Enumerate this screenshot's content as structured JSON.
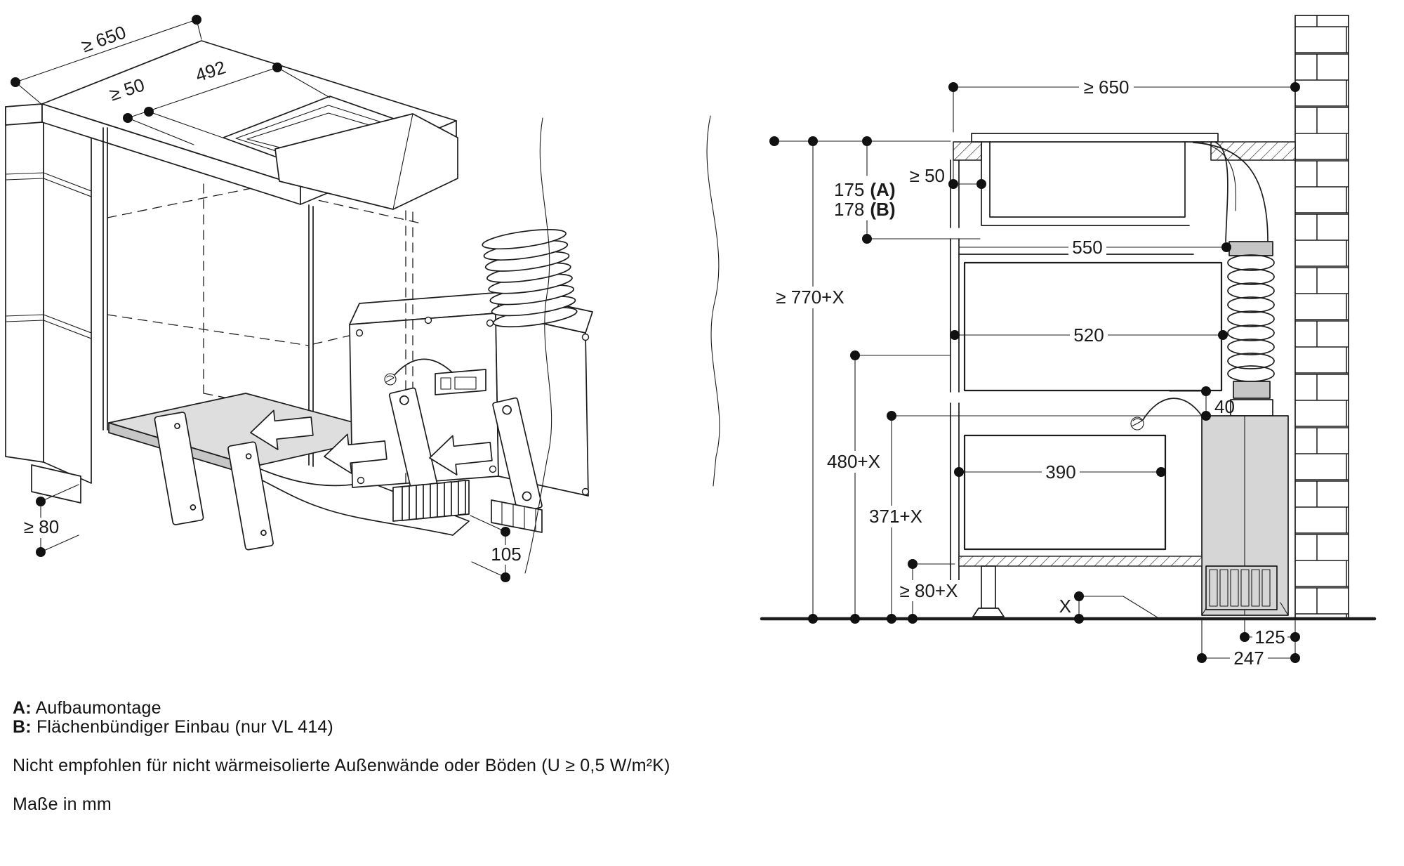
{
  "colors": {
    "ink": "#1c1c1c",
    "duct_gray": "#d6d6d6",
    "rib_gray": "#cfcfcf",
    "panel_gray": "#dedede"
  },
  "left_diagram": {
    "dims": {
      "worktop_depth": "≥ 650",
      "edge_clearance": "≥ 50",
      "cutout_width": "492",
      "plinth_height": "≥ 80",
      "outlet_height": "105"
    }
  },
  "right_diagram": {
    "dims": {
      "wall_clearance": "≥ 650",
      "appliance_depth_a_value": "175",
      "appliance_depth_a_variant": "(A)",
      "appliance_depth_b_value": "178",
      "appliance_depth_b_variant": "(B)",
      "edge_clearance": "≥ 50",
      "niche_depth": "550",
      "inner_depth": "520",
      "worktop_height": "≥ 770+X",
      "duct_gap": "40",
      "height_480": "480+X",
      "drawer_depth": "390",
      "height_371": "371+X",
      "plinth_height": "≥ 80+X",
      "plinth_variable": "X",
      "duct_center_to_wall": "125",
      "duct_depth": "247"
    }
  },
  "footer": {
    "legend_a_key": "A:",
    "legend_a_text": "Aufbaumontage",
    "legend_b_key": "B:",
    "legend_b_text": "Flächenbündiger Einbau (nur VL 414)",
    "note": "Nicht empfohlen für nicht wärmeisolierte Außenwände oder Böden (U ≥ 0,5 W/m²K)",
    "units": "Maße in mm"
  }
}
